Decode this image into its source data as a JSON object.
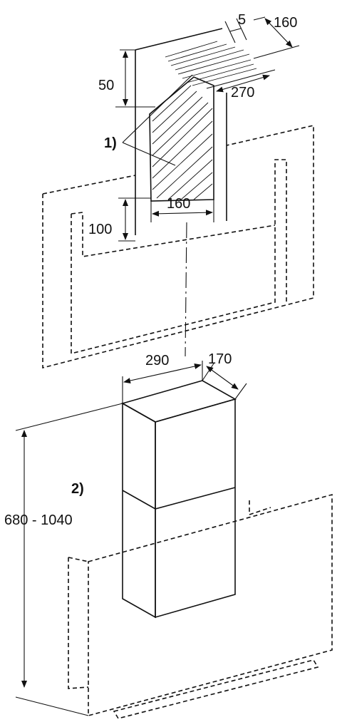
{
  "dimensions": {
    "top_depth": "5",
    "top_width_right": "160",
    "bracket_offset": "50",
    "bracket_width_top": "270",
    "bracket_width_bottom": "160",
    "bracket_height": "100",
    "chimney_width": "290",
    "chimney_depth": "170",
    "chimney_height_range": "680 - 1040"
  },
  "callouts": {
    "bracket": "1)",
    "chimney": "2)"
  },
  "colors": {
    "line": "#111111",
    "chimney_fill": "#e6e6e6",
    "chimney_side": "#d8d8d8",
    "chimney_top": "#f2f2f2"
  }
}
